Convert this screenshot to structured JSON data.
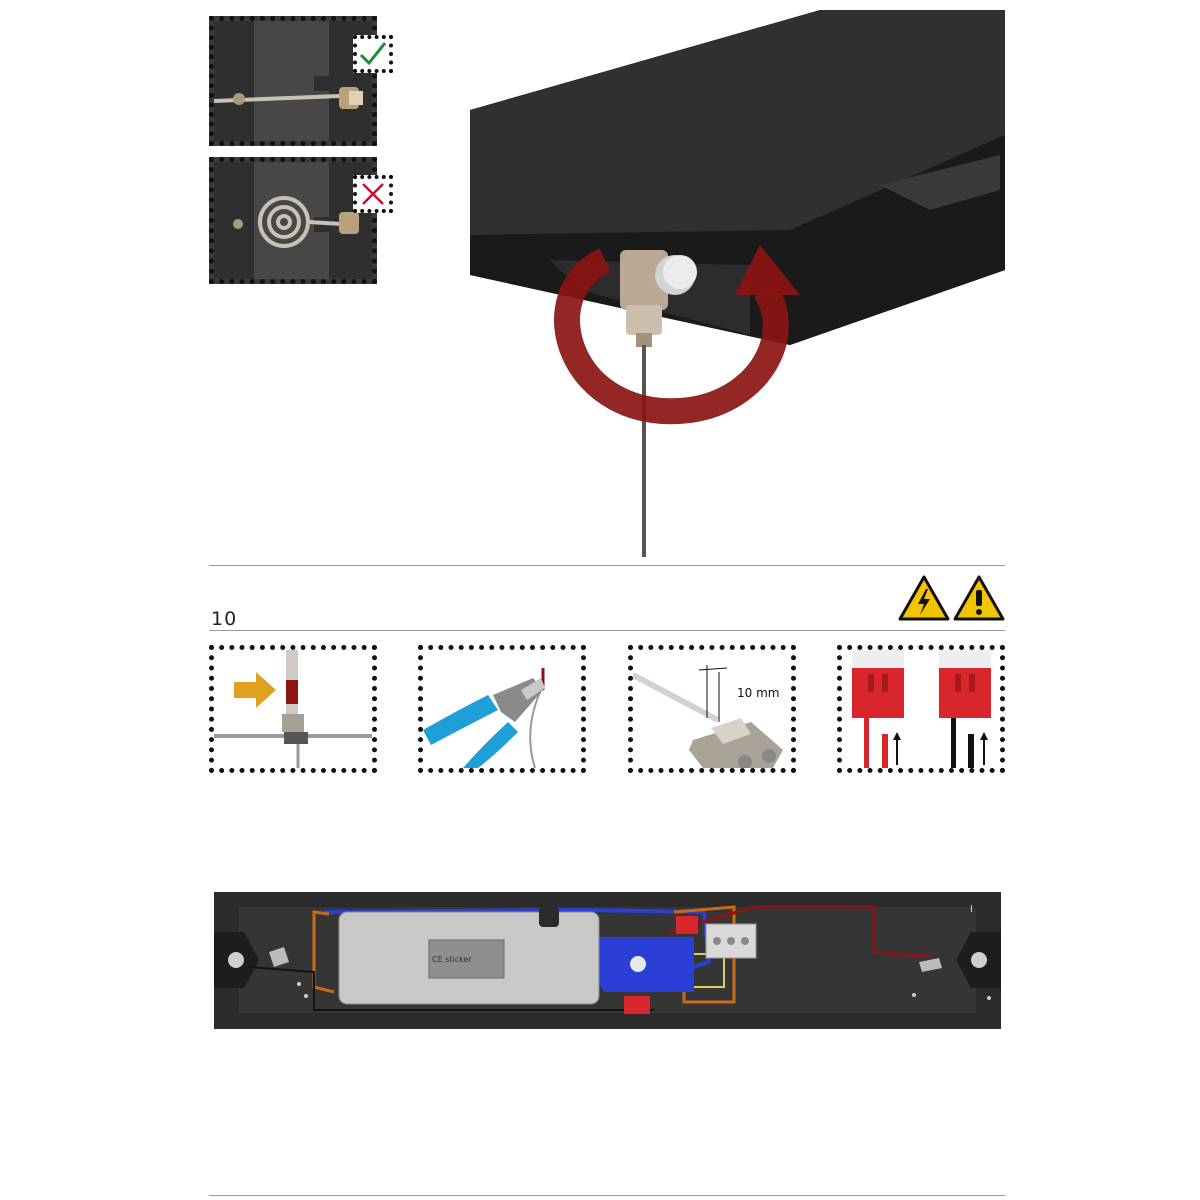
{
  "step": {
    "number": "10"
  },
  "checks": {
    "correct_icon": "check-mark-icon",
    "wrong_icon": "cross-mark-icon",
    "correct_color": "#1f8a3a",
    "wrong_color": "#c8102e"
  },
  "warnings": {
    "electric": "high-voltage-warning-icon",
    "general": "general-warning-icon",
    "fill": "#f3c400"
  },
  "details": {
    "strip_length": "10 mm"
  },
  "driver": {
    "sticker": "CE sticker",
    "corner_mark": "I"
  },
  "colors": {
    "accent_arrow": "#8b1414",
    "tool_blue": "#1f9fd8",
    "arrow_gold": "#e0a020",
    "connector_red": "#d8262c",
    "housing": "#2b2b2b"
  }
}
